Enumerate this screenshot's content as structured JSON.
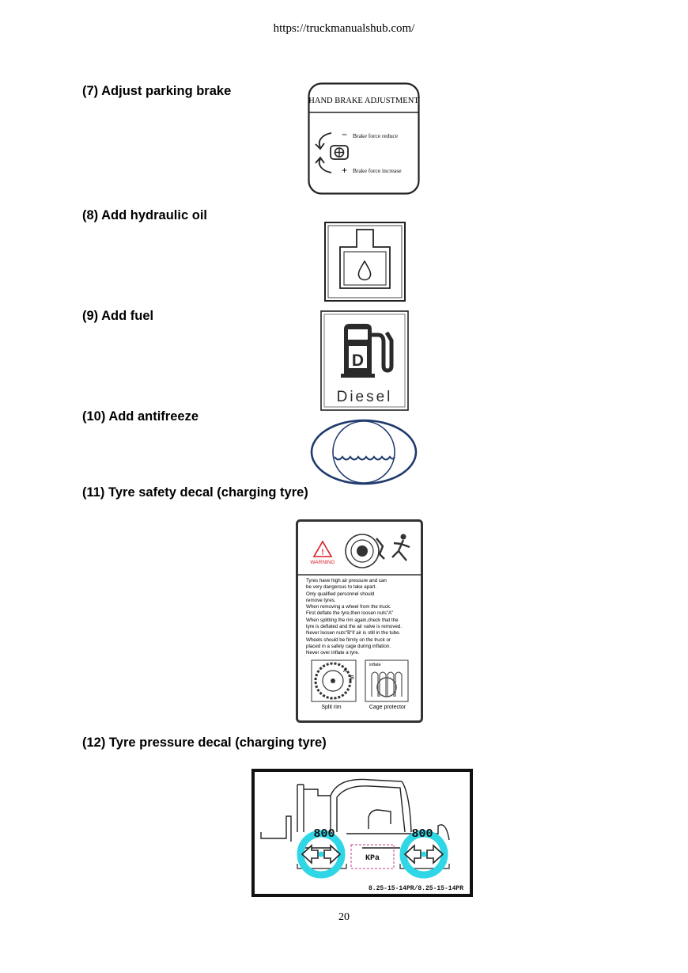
{
  "header": {
    "url": "https://truckmanualshub.com/"
  },
  "sections": [
    {
      "heading": "(7) Adjust parking brake"
    },
    {
      "heading": "(8) Add hydraulic oil"
    },
    {
      "heading": "(9) Add fuel"
    },
    {
      "heading": "(10) Add antifreeze"
    },
    {
      "heading": "(11) Tyre safety decal (charging tyre)"
    },
    {
      "heading": "(12) Tyre pressure decal (charging tyre)"
    }
  ],
  "hand_brake_decal": {
    "title": "HAND BRAKE ADJUSTMENT",
    "reduce_sign": "−",
    "reduce_label": "Brake force reduce",
    "increase_sign": "+",
    "increase_label": "Brake force increase"
  },
  "fuel_decal": {
    "letter": "D",
    "label": "Diesel"
  },
  "warning_decal": {
    "warning_label": "WARNING",
    "lines": [
      "Tyres have high air pressure and can",
      "be very dangerous to take apart.",
      "Only qualified personnel should",
      "remove tyres.",
      "When removing a wheel from the truck.",
      "First deflate the tyre,then loosen nuts\"A\"",
      "When splitting the rim again,check that the",
      "tyre is deflated and the air valve is removed.",
      "Never loosen nuts\"B\"if air is still in the tube.",
      "Wheels should be firmly on the truck or",
      "placed in a safety cage during inflation.",
      "Never over inflate a tyre."
    ],
    "marker_a": "A",
    "marker_b": "B",
    "inflate_label": "inflate",
    "split_rim_label": "Split rim",
    "cage_label": "Cage protector"
  },
  "pressure_decal": {
    "front_pressure": "800",
    "rear_pressure": "800",
    "unit": "KPa",
    "tyre_size": "8.25-15-14PR/8.25-15-14PR"
  },
  "footer": {
    "page_number": "20"
  },
  "colors": {
    "tyre_cyan": "#2fd6e6",
    "decal_blue": "#1f3a6e",
    "warning_red": "#d61f26",
    "kpa_box": "#c0408a"
  }
}
